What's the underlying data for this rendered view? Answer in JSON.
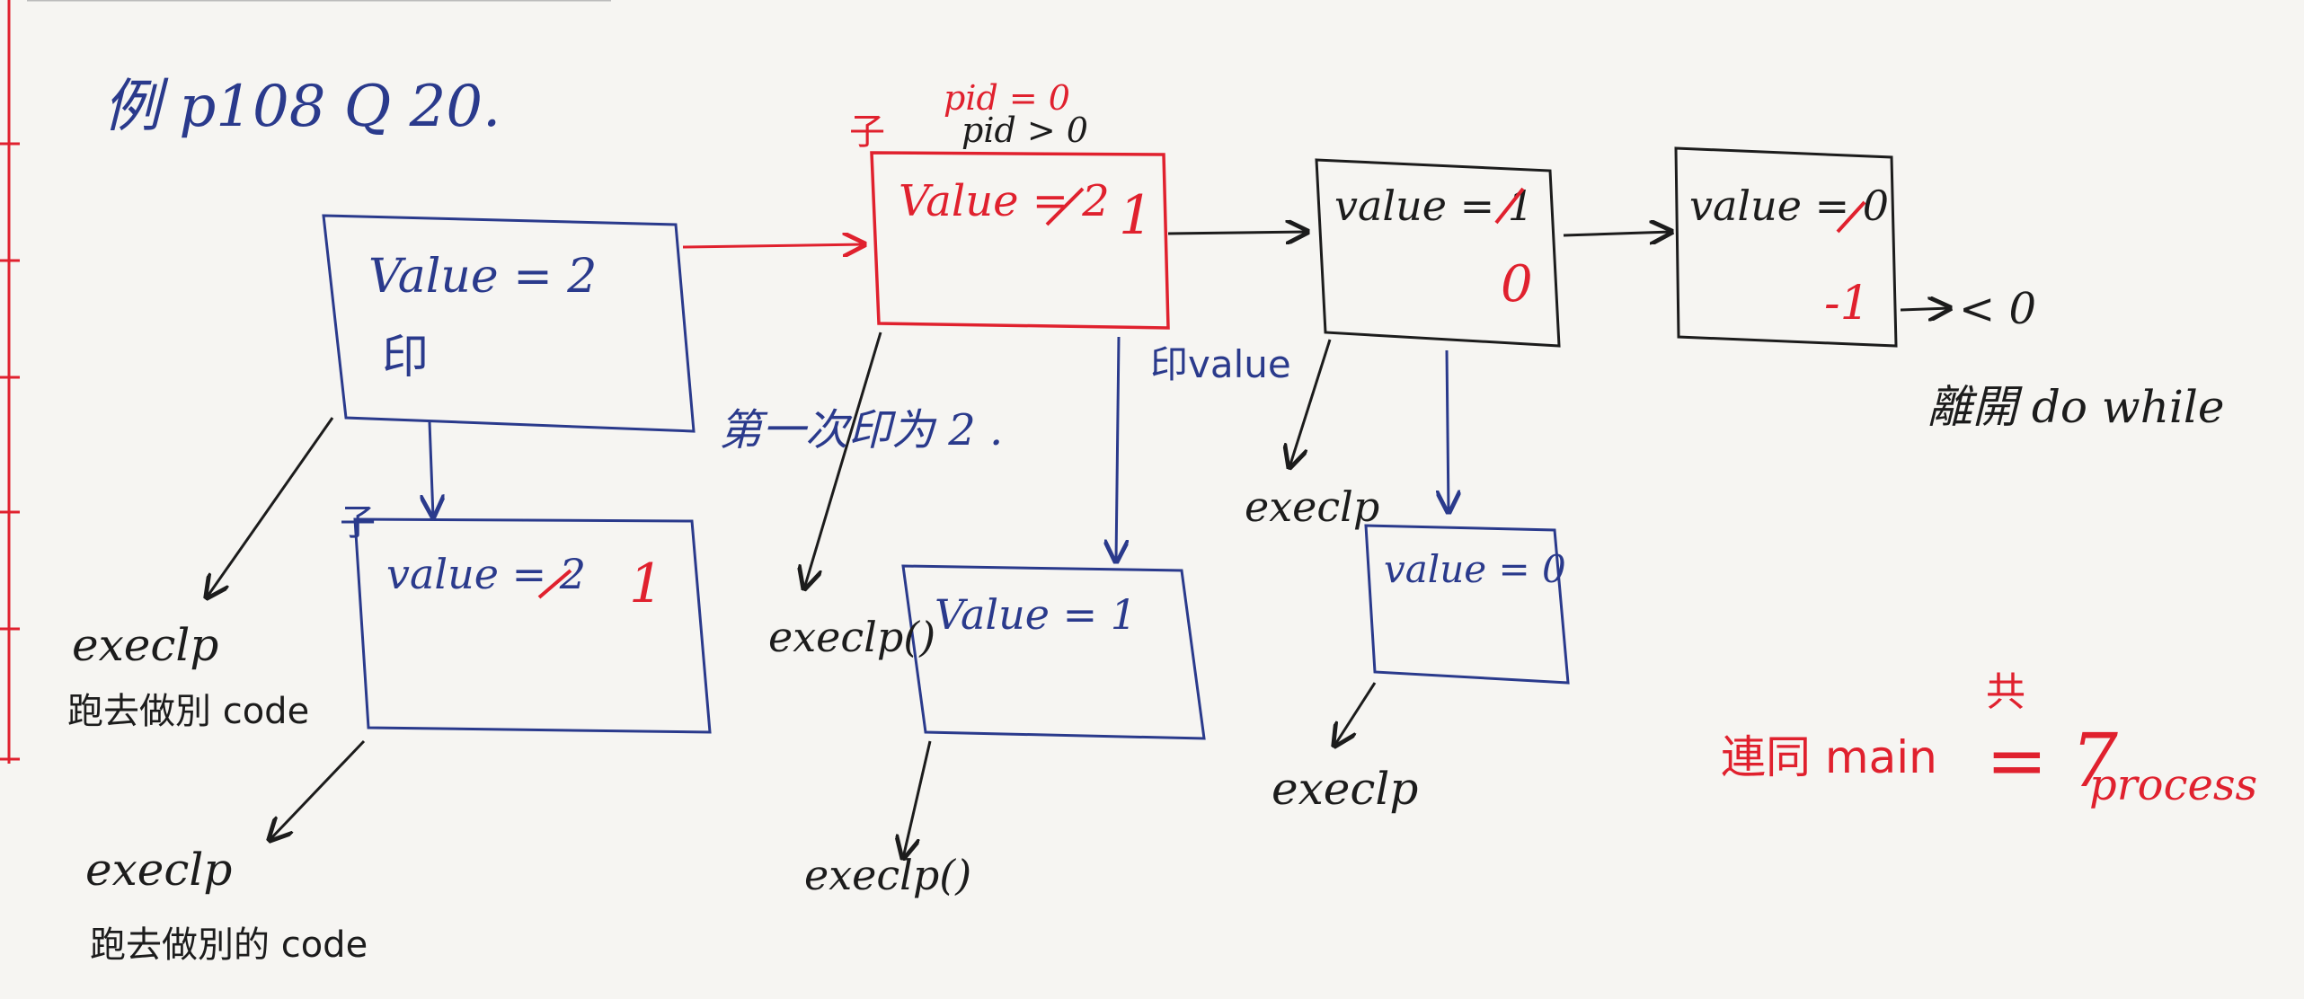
{
  "header_note": "例 p108 Q 20.",
  "pid_labels": {
    "child": "pid = 0",
    "parent": "pid > 0"
  },
  "box1": {
    "value": "Value = 2",
    "print": "印"
  },
  "box2": {
    "value": "Value = 2",
    "new_value": "1",
    "print_value": "印value"
  },
  "box3": {
    "value": "value = 1",
    "new_value": "0"
  },
  "box4": {
    "value": "value = 0",
    "new_value": "-1"
  },
  "box5": {
    "value": "value = 2",
    "new_value": "1"
  },
  "box6": {
    "value": "Value = 1"
  },
  "box7": {
    "value": "value = 0"
  },
  "child_markers": {
    "box2": "子",
    "box5": "子"
  },
  "first_print_note": "第一次印为 2 .",
  "exit_note": {
    "condition": "< 0",
    "text": "離開 do while"
  },
  "exec_labels": {
    "box1_child": "execlp",
    "box1_child_desc": "跑去做別 code",
    "box5_child": "execlp",
    "box5_child_desc": "跑去做別的 code",
    "box2_child": "execlp()",
    "box6_child": "execlp()",
    "box3_child": "execlp",
    "box7_child": "execlp"
  },
  "summary": {
    "prefix": "連同 main",
    "top": "共",
    "count": "= 7",
    "unit": "process"
  },
  "colors": {
    "blue": "#2a3a8c",
    "red": "#e0212e",
    "black": "#1c1c1c"
  }
}
